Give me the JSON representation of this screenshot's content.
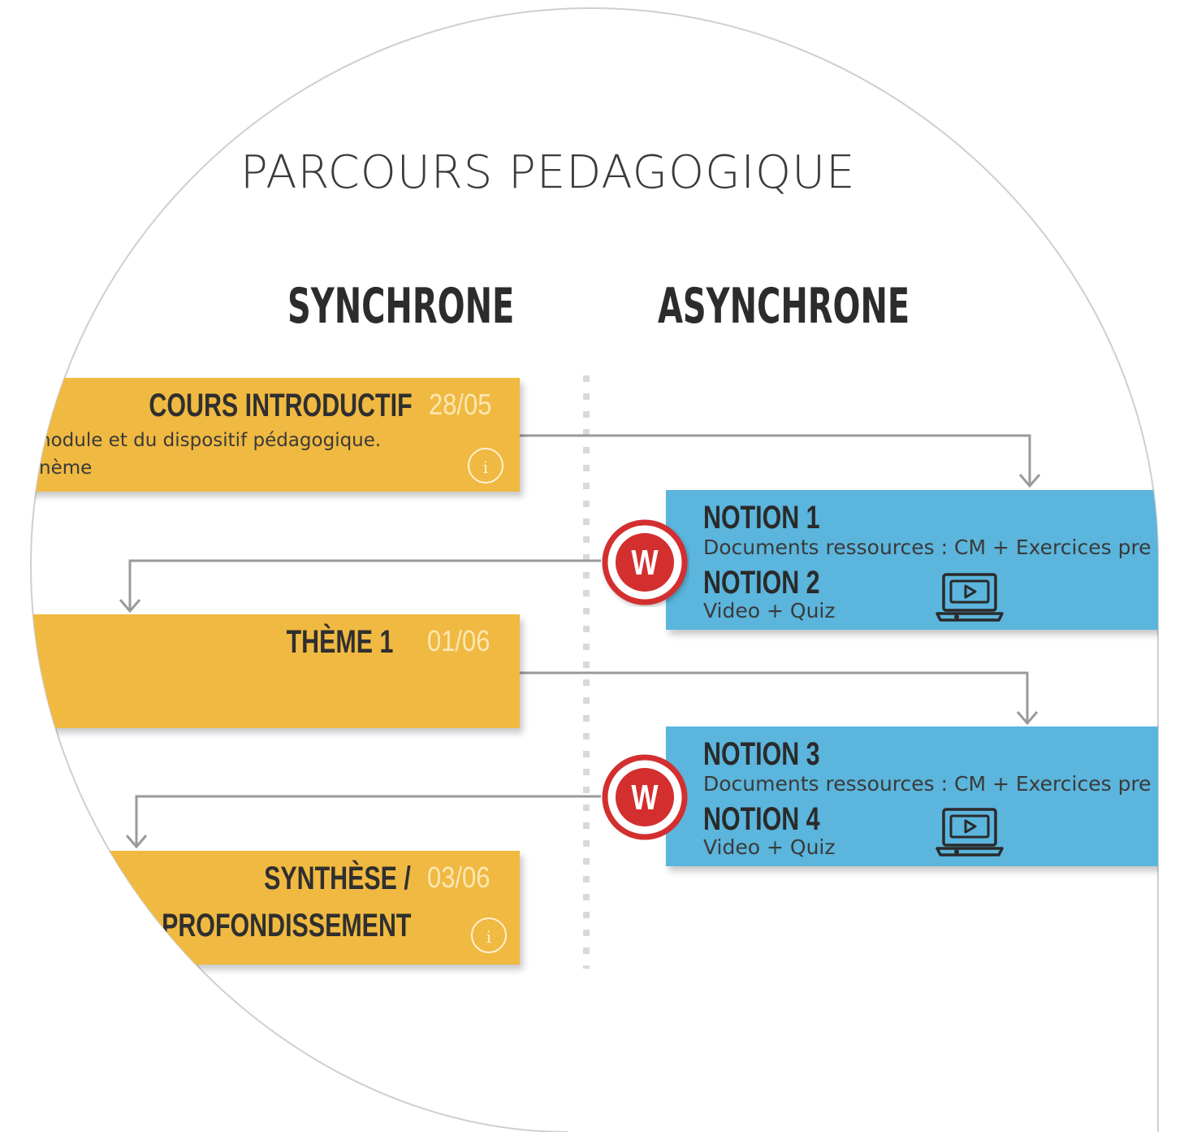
{
  "title": "PARCOURS PEDAGOGIQUE",
  "columns": {
    "sync": "SYNCHRONE",
    "async": "ASYNCHRONE"
  },
  "sync_cards": [
    {
      "title": "COURS INTRODUCTIF",
      "date": "28/05",
      "desc1": "nodule et du dispositif pédagogique.",
      "desc2": "nème",
      "info": "i"
    },
    {
      "title": "THÈME 1",
      "date": "01/06"
    },
    {
      "title": "SYNTHÈSE /",
      "title2": "PROFONDISSEMENT",
      "date": "03/06",
      "info": "i"
    }
  ],
  "async_cards": [
    {
      "notion_a": "NOTION 1",
      "docs": "Documents ressources :  CM + Exercices pre",
      "notion_b": "NOTION 2",
      "video": "Video + Quiz",
      "badge": "W"
    },
    {
      "notion_a": "NOTION 3",
      "docs": "Documents ressources :  CM + Exercices pre",
      "notion_b": "NOTION 4",
      "video": "Video + Quiz",
      "badge": "W"
    }
  ],
  "colors": {
    "sync": "#f0b941",
    "async": "#5bb5dc",
    "badge": "#d32f2f",
    "connector": "#9a9a9a"
  },
  "icons": {
    "info": "info-icon",
    "video": "laptop-video-icon",
    "badge": "w-badge-icon"
  }
}
